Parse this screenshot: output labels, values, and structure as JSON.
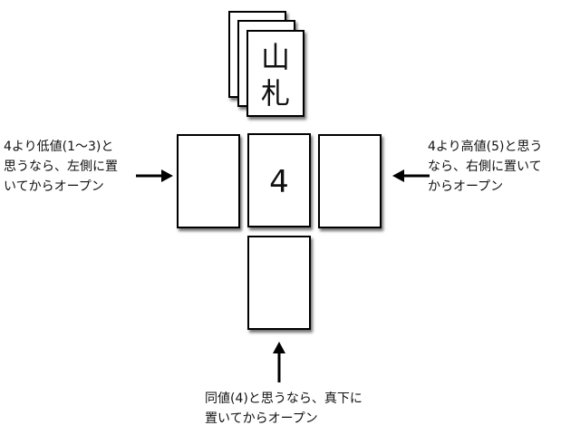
{
  "deck": {
    "label": "山\n札"
  },
  "center_card": {
    "value": "4"
  },
  "instructions": {
    "left": "4より低値(1〜3)と\n思うなら、左側に置\nいてからオープン",
    "right": "4より高値(5)と思う\nなら、右側に置いて\nからオープン",
    "bottom": "同値(4)と思うなら、真下に\n置いてからオープン"
  },
  "colors": {
    "card_border": "#000000",
    "card_fill": "#ffffff",
    "text": "#111111",
    "arrow": "#000000"
  },
  "icons": {
    "left_arrow": "arrow-right-icon",
    "right_arrow": "arrow-left-icon",
    "bottom_arrow": "arrow-up-icon"
  }
}
